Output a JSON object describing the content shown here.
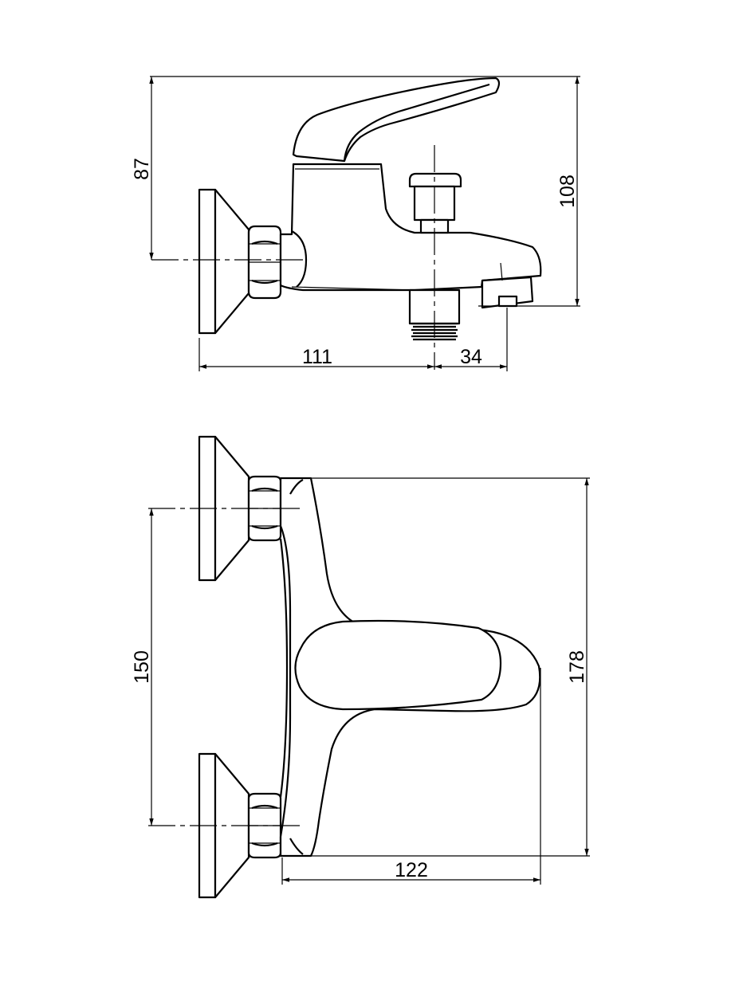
{
  "drawing": {
    "side_view": {
      "dimensions": {
        "height_to_inlet": "87",
        "total_height": "108",
        "depth_to_outlet": "111",
        "spout_extension": "34"
      }
    },
    "top_view": {
      "dimensions": {
        "inlet_spacing": "150",
        "total_width": "178",
        "projection": "122"
      }
    }
  }
}
